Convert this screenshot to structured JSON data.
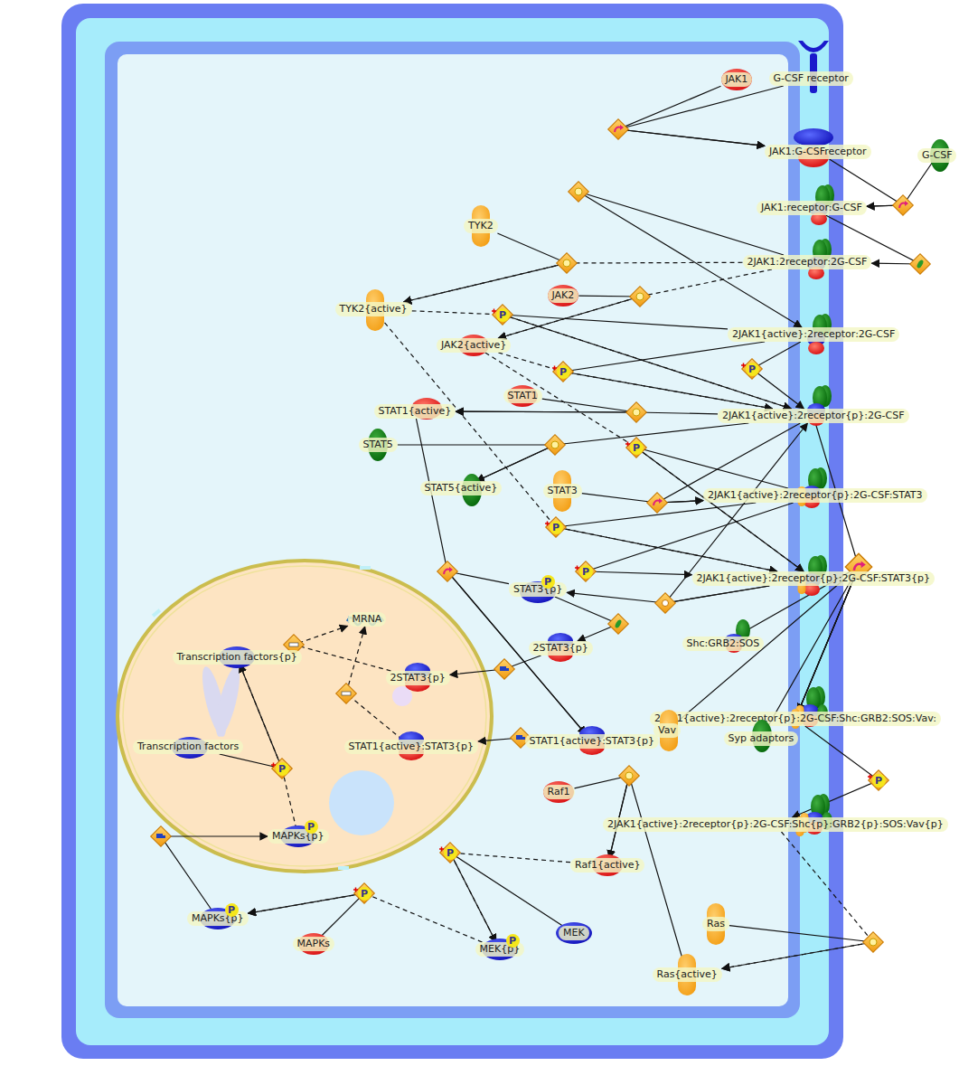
{
  "diagram": {
    "nodes": [
      {
        "text": [
          "JAK1"
        ]
      },
      {
        "text": [
          "G-CSF receptor"
        ]
      },
      {
        "text": [
          "JAK1:G-CSFreceptor"
        ]
      },
      {
        "text": [
          "G-CSF"
        ]
      },
      {
        "text": [
          "JAK1:receptor:G-CSF"
        ]
      },
      {
        "text": [
          "TYK2"
        ]
      },
      {
        "text": [
          "2JAK1:2receptor:2G-CSF"
        ]
      },
      {
        "text": [
          "JAK2"
        ]
      },
      {
        "text": [
          "TYK2{active}"
        ]
      },
      {
        "text": [
          "2JAK1{active}:2receptor:2G-CSF"
        ]
      },
      {
        "text": [
          "JAK2{active}"
        ]
      },
      {
        "text": [
          "STAT1"
        ]
      },
      {
        "text": [
          "STAT1{active}"
        ]
      },
      {
        "text": [
          "2JAK1{active}:2receptor{p}:2G-CSF"
        ]
      },
      {
        "text": [
          "STAT5"
        ]
      },
      {
        "text": [
          "STAT5{active}"
        ]
      },
      {
        "text": [
          "STAT3"
        ]
      },
      {
        "text": [
          "2JAK1{active}:2receptor{p}:2G-CSF:STAT3"
        ]
      },
      {
        "text": [
          "2JAK1{active}:2receptor{p}:2G-CSF:STAT3{p}"
        ]
      },
      {
        "text": [
          "STAT3{p}"
        ]
      },
      {
        "text": [
          "MRNA"
        ]
      },
      {
        "text": [
          "2STAT3{p}"
        ]
      },
      {
        "text": [
          "Shc:GRB2:SOS"
        ]
      },
      {
        "text": [
          "Transcription factors{p}"
        ]
      },
      {
        "text": [
          "2STAT3{p}"
        ]
      },
      {
        "text": [
          "2JAK1{active}:2receptor{p}:2G-CSF:Shc:GRB2:SOS:Vav:"
        ]
      },
      {
        "text": [
          "Vav"
        ]
      },
      {
        "text": [
          "Syp adaptors"
        ]
      },
      {
        "text": [
          "Transcription factors"
        ]
      },
      {
        "text": [
          "STAT1{active}:STAT3{p}"
        ]
      },
      {
        "text": [
          "STAT1{active}:STAT3{p}"
        ]
      },
      {
        "text": [
          "Raf1"
        ]
      },
      {
        "text": [
          "2JAK1{active}:2receptor{p}:2G-CSF:Shc{p}:GRB2{p}:SOS:Vav{p}"
        ]
      },
      {
        "text": [
          "MAPKs{p}"
        ]
      },
      {
        "text": [
          "Raf1{active}"
        ]
      },
      {
        "text": [
          "MAPKs{p}"
        ]
      },
      {
        "text": [
          "MEK"
        ]
      },
      {
        "text": [
          "Ras"
        ]
      },
      {
        "text": [
          "MAPKs"
        ]
      },
      {
        "text": [
          "MEK{p}"
        ]
      },
      {
        "text": [
          "Ras{active}"
        ]
      }
    ],
    "edges": [
      {
        "from": 0,
        "to": 2,
        "arrow": "to"
      },
      {
        "from": 1,
        "to": 2,
        "arrow": "to"
      },
      {
        "from": 2,
        "to": 4,
        "arrow": "to"
      },
      {
        "from": 3,
        "to": 4,
        "arrow": "to"
      },
      {
        "from": 4,
        "to": 6,
        "arrow": "to"
      },
      {
        "from": 6,
        "to": 9,
        "arrow": "to"
      },
      {
        "from": 5,
        "to": 8,
        "arrow": "to"
      },
      {
        "from": 6,
        "to": 8,
        "arrow": "to"
      },
      {
        "from": 7,
        "to": 10,
        "arrow": "to"
      },
      {
        "from": 6,
        "to": 10,
        "arrow": "to"
      },
      {
        "from": 9,
        "to": 13,
        "arrow": "to"
      },
      {
        "from": 8,
        "to": 13,
        "arrow": "to"
      },
      {
        "from": 9,
        "to": 13,
        "arrow": "to"
      },
      {
        "from": 10,
        "to": 13,
        "arrow": "to"
      },
      {
        "from": 9,
        "to": 13,
        "arrow": "to"
      },
      {
        "from": 11,
        "to": 12,
        "arrow": "to"
      },
      {
        "from": 13,
        "to": 12,
        "arrow": "to"
      },
      {
        "from": 14,
        "to": 15,
        "arrow": "to"
      },
      {
        "from": 13,
        "to": 15,
        "arrow": "to"
      },
      {
        "from": 16,
        "to": 17,
        "arrow": "to"
      },
      {
        "from": 13,
        "to": 17,
        "arrow": "to"
      },
      {
        "from": 17,
        "to": 18,
        "arrow": "to"
      },
      {
        "from": 10,
        "to": 18,
        "arrow": "to"
      },
      {
        "from": 17,
        "to": 18,
        "arrow": "to"
      },
      {
        "from": 8,
        "to": 18,
        "arrow": "to"
      },
      {
        "from": 17,
        "to": 18,
        "arrow": "to"
      },
      {
        "from": 18,
        "to": 19,
        "arrow": "to"
      },
      {
        "from": 18,
        "to": 13,
        "arrow": "to"
      },
      {
        "from": 19,
        "to": 21,
        "arrow": "to"
      },
      {
        "from": 21,
        "to": 24,
        "arrow": "to"
      },
      {
        "from": 12,
        "to": 30,
        "arrow": "to"
      },
      {
        "from": 19,
        "to": 30,
        "arrow": "to"
      },
      {
        "from": 30,
        "to": 29,
        "arrow": "to"
      },
      {
        "from": 24,
        "to": 20,
        "arrow": "to"
      },
      {
        "from": 29,
        "to": 20,
        "arrow": "to"
      },
      {
        "from": 13,
        "to": 25,
        "arrow": "to"
      },
      {
        "from": 22,
        "to": 25,
        "arrow": "to"
      },
      {
        "from": 26,
        "to": 25,
        "arrow": "to"
      },
      {
        "from": 27,
        "to": 25,
        "arrow": "to"
      },
      {
        "from": 25,
        "to": 32,
        "arrow": "to"
      },
      {
        "from": 31,
        "to": 34,
        "arrow": "to"
      },
      {
        "from": 40,
        "to": 34,
        "arrow": "to"
      },
      {
        "from": 37,
        "to": 40,
        "arrow": "to"
      },
      {
        "from": 32,
        "to": 40,
        "arrow": "to"
      },
      {
        "from": 36,
        "to": 39,
        "arrow": "to"
      },
      {
        "from": 34,
        "to": 39,
        "arrow": "to"
      },
      {
        "from": 38,
        "to": 35,
        "arrow": "to"
      },
      {
        "from": 39,
        "to": 35,
        "arrow": "to"
      },
      {
        "from": 35,
        "to": 33,
        "arrow": "to"
      },
      {
        "from": 28,
        "to": 23,
        "arrow": "to"
      },
      {
        "from": 33,
        "to": 23,
        "arrow": "to"
      }
    ],
    "labels": [
      "P",
      "P",
      "P",
      "P",
      "P",
      "P",
      "P",
      "P",
      "P",
      "P",
      "P",
      "P",
      "P",
      "P"
    ]
  }
}
